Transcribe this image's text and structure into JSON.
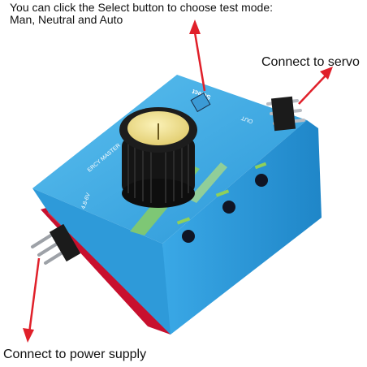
{
  "captions": {
    "top_line1": "You can click the Select button to choose test mode:",
    "top_line2": "Man, Neutral and Auto",
    "servo": "Connect to servo",
    "power": "Connect to power supply"
  },
  "device_labels": {
    "brand": "ERCY MASTER",
    "select": "Select",
    "out": "OUT",
    "voltage": "4.8-6V"
  },
  "colors": {
    "body": "#2f9fe0",
    "knob": "#1a1a1a",
    "knob_cap": "#f1e39a",
    "pcb": "#c8102e",
    "arrow": "#e0202a"
  }
}
